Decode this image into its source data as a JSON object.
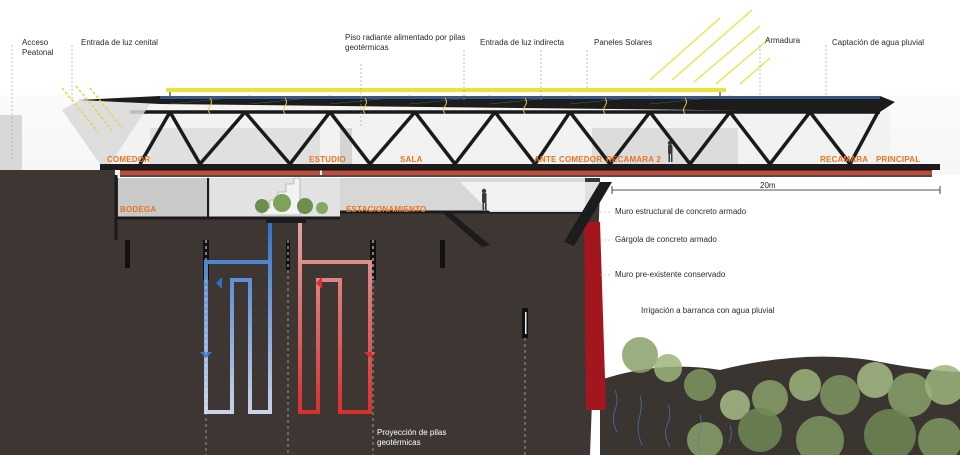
{
  "top_labels": {
    "acceso_peatonal": "Acceso\nPeatonal",
    "entrada_luz_cenital": "Entrada de luz cenital",
    "piso_radiante": "Piso radiante alimentado por pilas\ngeotérmicas",
    "entrada_luz_indirecta": "Entrada de luz indirecta",
    "paneles_solares": "Paneles Solares",
    "armadura": "Armadura",
    "captacion_agua": "Captación de agua pluvial"
  },
  "rooms": {
    "comedor": "COMEDOR",
    "estudio": "ESTUDIO",
    "sala": "SALA",
    "ante_comedor": "ANTE COMEDOR",
    "recamara2": "RECAMARA 2",
    "recamara": "RECAMARA",
    "principal": "PRINCIPAL",
    "bodega": "BODEGA",
    "estacionamiento": "ESTACIONAMIENTO"
  },
  "right_labels": {
    "muro_estructural": "Muro estructural de concreto armado",
    "gargola": "Gárgola de concreto armado",
    "muro_preexistente": "Muro pre-existente conservado",
    "irrigacion": "Irrigación a barranca con agua pluvial"
  },
  "bottom_labels": {
    "proyeccion": "Proyección de pilas\ngeotérmicas"
  },
  "scale": {
    "label": "20m"
  },
  "colors": {
    "soil": "#3d3632",
    "accent_orange": "#e8741e",
    "pipe_red": "#d6383a",
    "pipe_blue": "#3f7ac4",
    "wall_red": "#a3161d",
    "solar": "#e8e23c"
  }
}
